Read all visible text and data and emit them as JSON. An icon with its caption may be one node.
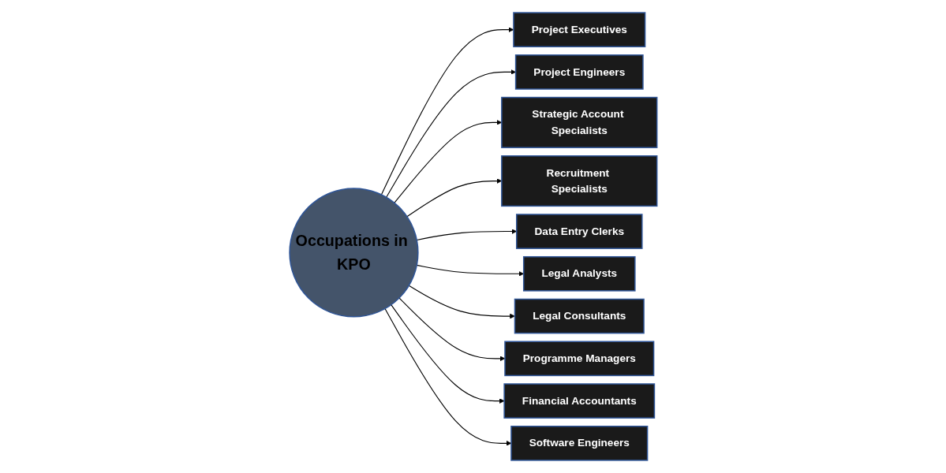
{
  "diagram": {
    "nodes": [
      {
        "text": [
          "Occupations in KPO"
        ]
      },
      {
        "text": [
          "Project Executives"
        ]
      },
      {
        "text": [
          "Project Engineers"
        ]
      },
      {
        "text": [
          "Strategic Account Specialists"
        ]
      },
      {
        "text": [
          "Recruitment Specialists"
        ]
      },
      {
        "text": [
          "Data Entry Clerks"
        ]
      },
      {
        "text": [
          "Legal Analysts"
        ]
      },
      {
        "text": [
          "Legal Consultants"
        ]
      },
      {
        "text": [
          "Programme Managers"
        ]
      },
      {
        "text": [
          "Financial Accountants"
        ]
      },
      {
        "text": [
          "Software Engineers"
        ]
      }
    ],
    "edges": [
      {
        "from": 0,
        "to": 1,
        "arrow": "to"
      },
      {
        "from": 0,
        "to": 2,
        "arrow": "to"
      },
      {
        "from": 0,
        "to": 3,
        "arrow": "to"
      },
      {
        "from": 0,
        "to": 4,
        "arrow": "to"
      },
      {
        "from": 0,
        "to": 5,
        "arrow": "to"
      },
      {
        "from": 0,
        "to": 6,
        "arrow": "to"
      },
      {
        "from": 0,
        "to": 7,
        "arrow": "to"
      },
      {
        "from": 0,
        "to": 8,
        "arrow": "to"
      },
      {
        "from": 0,
        "to": 9,
        "arrow": "to"
      },
      {
        "from": 0,
        "to": 10,
        "arrow": "to"
      }
    ]
  }
}
